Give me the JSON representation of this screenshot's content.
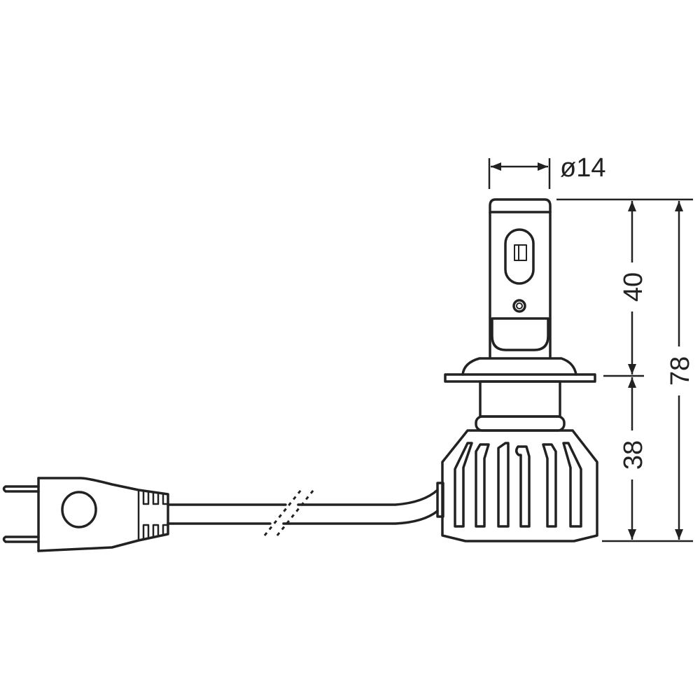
{
  "dimensions": {
    "diameter": "ø14",
    "upper_height": "40",
    "lower_height": "38",
    "total_height": "78"
  },
  "colors": {
    "line": "#222222",
    "background": "#ffffff"
  }
}
